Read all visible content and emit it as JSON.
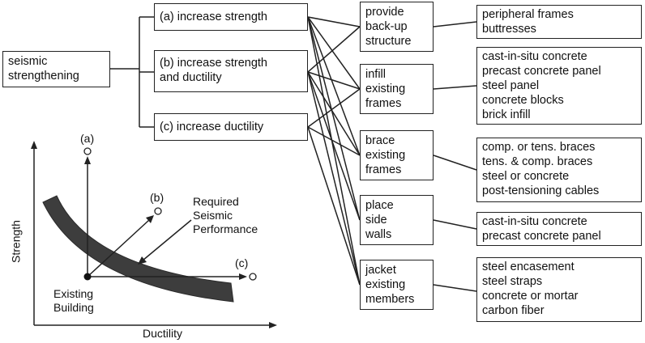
{
  "root": {
    "lines": [
      "seismic",
      "strengthening"
    ]
  },
  "strategies": [
    {
      "lines": [
        "(a) increase strength"
      ]
    },
    {
      "lines": [
        "(b) increase strength",
        "and ductility"
      ]
    },
    {
      "lines": [
        "(c) increase ductility"
      ]
    }
  ],
  "methods": [
    {
      "lines": [
        "provide",
        "back-up",
        "structure"
      ]
    },
    {
      "lines": [
        "infill",
        "existing",
        "frames"
      ]
    },
    {
      "lines": [
        "brace",
        "existing",
        "frames"
      ]
    },
    {
      "lines": [
        "place",
        "side",
        "walls"
      ]
    },
    {
      "lines": [
        "jacket",
        "existing",
        "members"
      ]
    }
  ],
  "details": [
    {
      "lines": [
        "peripheral frames",
        "buttresses"
      ]
    },
    {
      "lines": [
        "cast-in-situ concrete",
        "precast concrete panel",
        "steel panel",
        "concrete blocks",
        "brick infill"
      ]
    },
    {
      "lines": [
        "comp. or tens. braces",
        "tens. & comp. braces",
        "steel or concrete",
        "post-tensioning cables"
      ]
    },
    {
      "lines": [
        "cast-in-situ concrete",
        "precast concrete panel"
      ]
    },
    {
      "lines": [
        "steel encasement",
        "steel straps",
        "concrete or mortar",
        "carbon fiber"
      ]
    }
  ],
  "graph": {
    "y_axis_label": "Strength",
    "x_axis_label": "Ductility",
    "arrow_a": "(a)",
    "arrow_b": "(b)",
    "arrow_c": "(c)",
    "existing_building": [
      "Existing",
      "Building"
    ],
    "required_performance": [
      "Required",
      "Seismic",
      "Performance"
    ]
  },
  "colors": {
    "line": "#222222",
    "curve": "#3d3d3d"
  }
}
